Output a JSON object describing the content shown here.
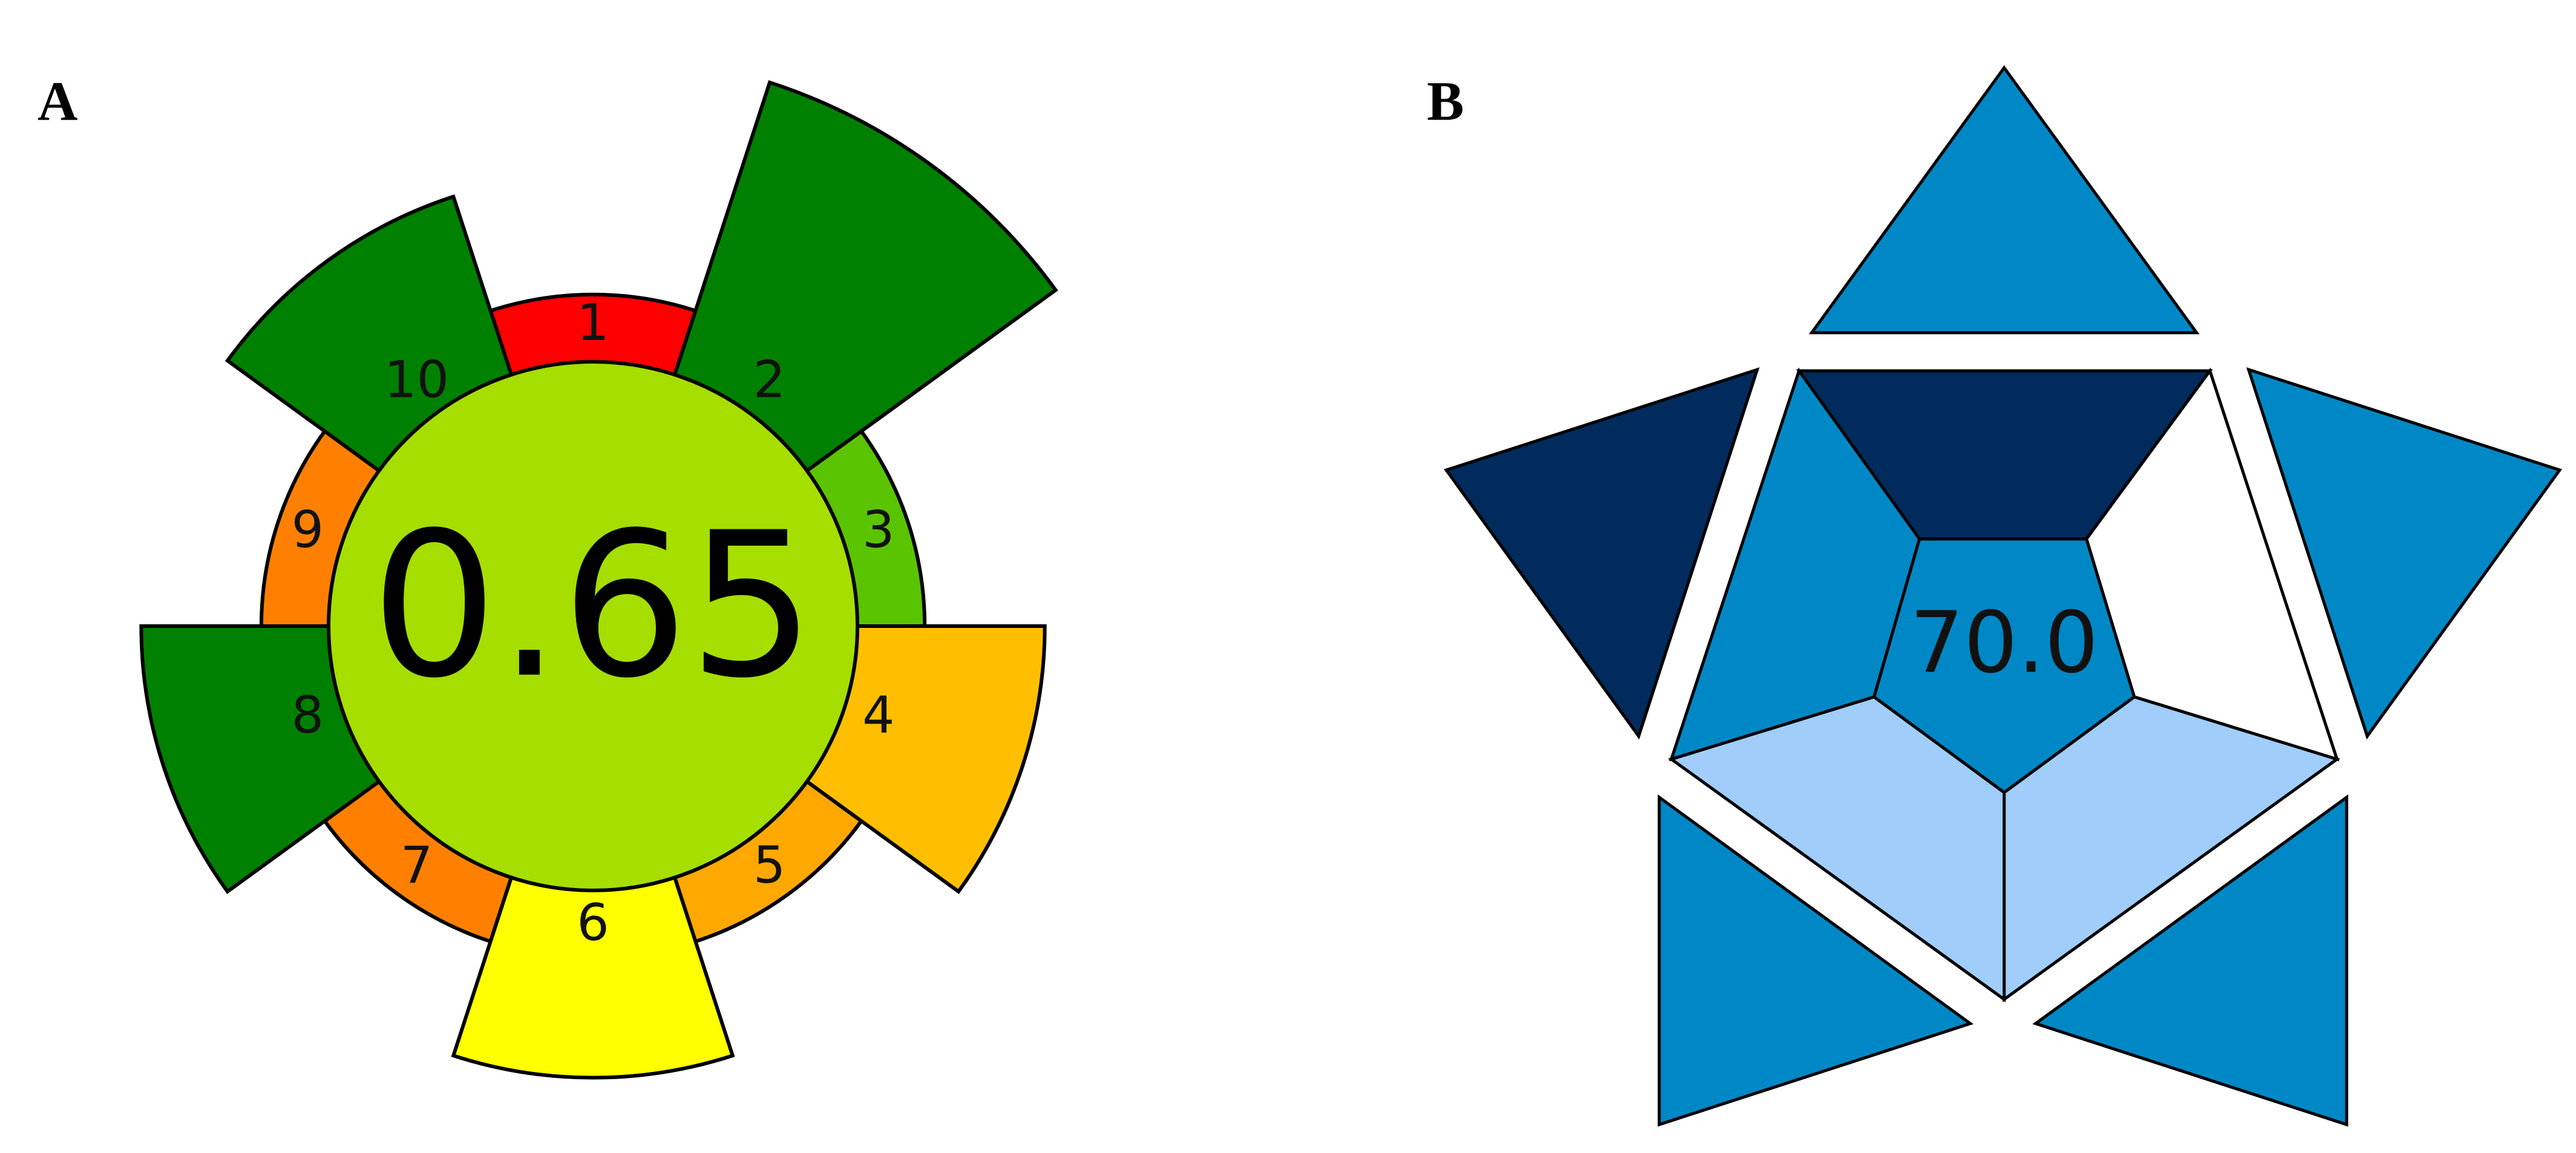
{
  "panel_a": {
    "letter": "A",
    "score": "0.65",
    "center_color": "#a6de00",
    "segments": [
      {
        "label": "1",
        "radius_level": 0.58,
        "color": "#ff0000"
      },
      {
        "label": "2",
        "radius_level": 1.0,
        "color": "#008000"
      },
      {
        "label": "3",
        "radius_level": 0.58,
        "color": "#5bc400"
      },
      {
        "label": "4",
        "radius_level": 0.79,
        "color": "#ffbf00"
      },
      {
        "label": "5",
        "radius_level": 0.58,
        "color": "#ffa800"
      },
      {
        "label": "6",
        "radius_level": 0.79,
        "color": "#ffff00"
      },
      {
        "label": "7",
        "radius_level": 0.58,
        "color": "#ff8000"
      },
      {
        "label": "8",
        "radius_level": 0.79,
        "color": "#008000"
      },
      {
        "label": "9",
        "radius_level": 0.58,
        "color": "#ff8000"
      },
      {
        "label": "10",
        "radius_level": 0.79,
        "color": "#008000"
      }
    ]
  },
  "panel_b": {
    "letter": "B",
    "score": "70.0",
    "colors": {
      "mid_blue": "#0088c6",
      "dark_navy": "#002b5c",
      "light_blue": "#a0cdf9",
      "white": "#ffffff"
    }
  }
}
